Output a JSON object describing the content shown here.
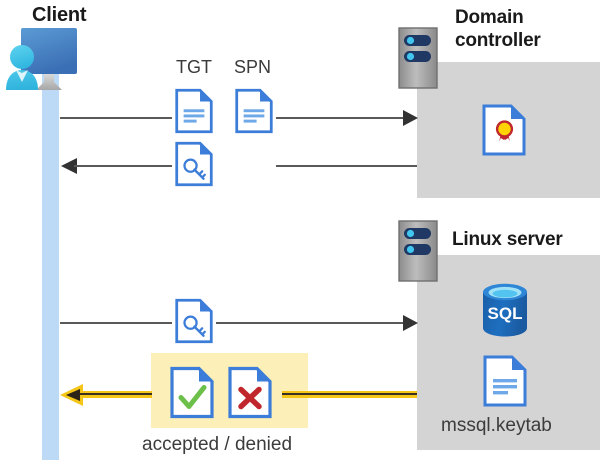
{
  "diagram": {
    "type": "sequence-flow",
    "title_client": "Client",
    "title_domain_controller": "Domain\ncontroller",
    "title_domain_controller_line1": "Domain",
    "title_domain_controller_line2": "controller",
    "title_linux_server": "Linux server",
    "labels": {
      "tgt": "TGT",
      "spn": "SPN",
      "keytab": "mssql.keytab",
      "accepted_denied": "accepted / denied"
    },
    "icons": {
      "client": "user-computer-icon",
      "server_rack": "server-rack-icon",
      "certificate_doc": "certificate-document-icon",
      "ticket_doc": "document-icon",
      "key_doc": "key-document-icon",
      "sql_db": "sql-database-icon",
      "keytab_doc": "document-icon",
      "accepted_doc": "document-check-icon",
      "denied_doc": "document-x-icon"
    },
    "colors": {
      "panel_gray": "#d4d4d4",
      "lifeline_blue": "#bcd9f5",
      "doc_blue": "#3b7dd8",
      "arrow_gray": "#595959",
      "arrow_yellow": "#f5c518",
      "highlight_yellow": "#fdefb8",
      "check_green": "#6cc04a",
      "x_red": "#c0272d",
      "sql_blue": "#1a5fa8",
      "cert_gold": "#ffd400",
      "cert_red": "#c0272d",
      "title_black": "#1a1a1a",
      "text_gray": "#3c3c3c"
    },
    "flows": [
      {
        "id": "flow-1",
        "direction": "right",
        "from": "client",
        "to": "domain-controller",
        "payload": [
          "TGT",
          "SPN"
        ],
        "style": "gray"
      },
      {
        "id": "flow-2",
        "direction": "left",
        "from": "domain-controller",
        "to": "client",
        "payload": [
          "service-ticket"
        ],
        "style": "gray"
      },
      {
        "id": "flow-3",
        "direction": "right",
        "from": "client",
        "to": "linux-server",
        "payload": [
          "service-ticket"
        ],
        "style": "gray"
      },
      {
        "id": "flow-4",
        "direction": "left",
        "from": "linux-server",
        "to": "client",
        "payload": [
          "accepted",
          "denied"
        ],
        "style": "yellow"
      }
    ]
  }
}
